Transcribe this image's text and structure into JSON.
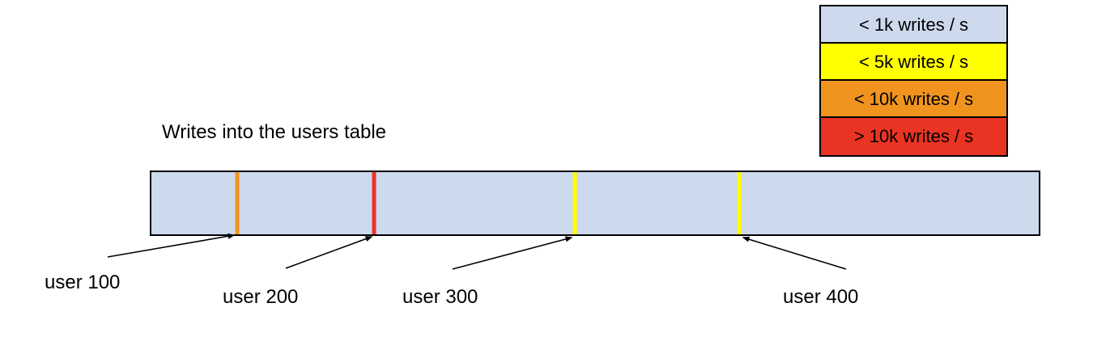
{
  "title": "Writes into the users table",
  "legend": {
    "items": [
      {
        "label": "< 1k writes / s",
        "color": "#cdd9ec"
      },
      {
        "label": "< 5k writes / s",
        "color": "#ffff00"
      },
      {
        "label": "< 10k writes / s",
        "color": "#f0941f"
      },
      {
        "label": "> 10k writes / s",
        "color": "#ea3423"
      }
    ]
  },
  "table": {
    "fill_color": "#cdd9ec",
    "border_color": "#000000",
    "markers": [
      {
        "label": "user 100",
        "rate_category": "< 10k writes / s",
        "color": "#f0941f",
        "position_pct": 9.7
      },
      {
        "label": "user 200",
        "rate_category": "> 10k writes / s",
        "color": "#ea3423",
        "position_pct": 25.1
      },
      {
        "label": "user 300",
        "rate_category": "< 5k writes / s",
        "color": "#ffff00",
        "position_pct": 47.7
      },
      {
        "label": "user 400",
        "rate_category": "< 5k writes / s",
        "color": "#ffff00",
        "position_pct": 66.2
      }
    ]
  }
}
